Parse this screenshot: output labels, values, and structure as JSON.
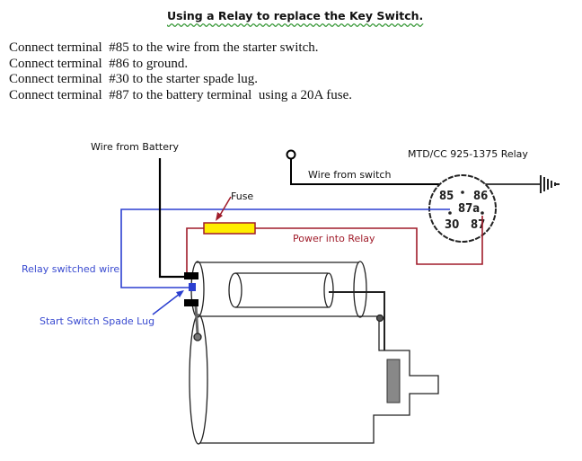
{
  "title": "Using a Relay to replace the Key Switch.",
  "instructions": [
    "Connect terminal  #85 to the wire from the starter switch.",
    "Connect terminal  #86 to ground.",
    "Connect terminal  #30 to the starter spade lug.",
    "Connect terminal  #87 to the battery terminal  using a 20A fuse."
  ],
  "diagram": {
    "labels": {
      "wire_from_battery": "Wire from Battery",
      "fuse": "Fuse",
      "wire_from_switch": "Wire from switch",
      "relay_model": "MTD/CC 925-1375 Relay",
      "power_into_relay": "Power into Relay",
      "relay_switched_wire": "Relay switched wire",
      "start_switch_spade_lug": "Start Switch Spade Lug"
    },
    "relay_terminals": [
      "85",
      "86",
      "87a",
      "30",
      "87"
    ],
    "colors": {
      "switched_wire": "#2b3fd0",
      "power_wire": "#a01c2a",
      "battery_wire": "#000000",
      "fuse_fill": "#ffee00",
      "label_blue": "#3a4bd0",
      "label_red": "#a01c2a"
    }
  }
}
